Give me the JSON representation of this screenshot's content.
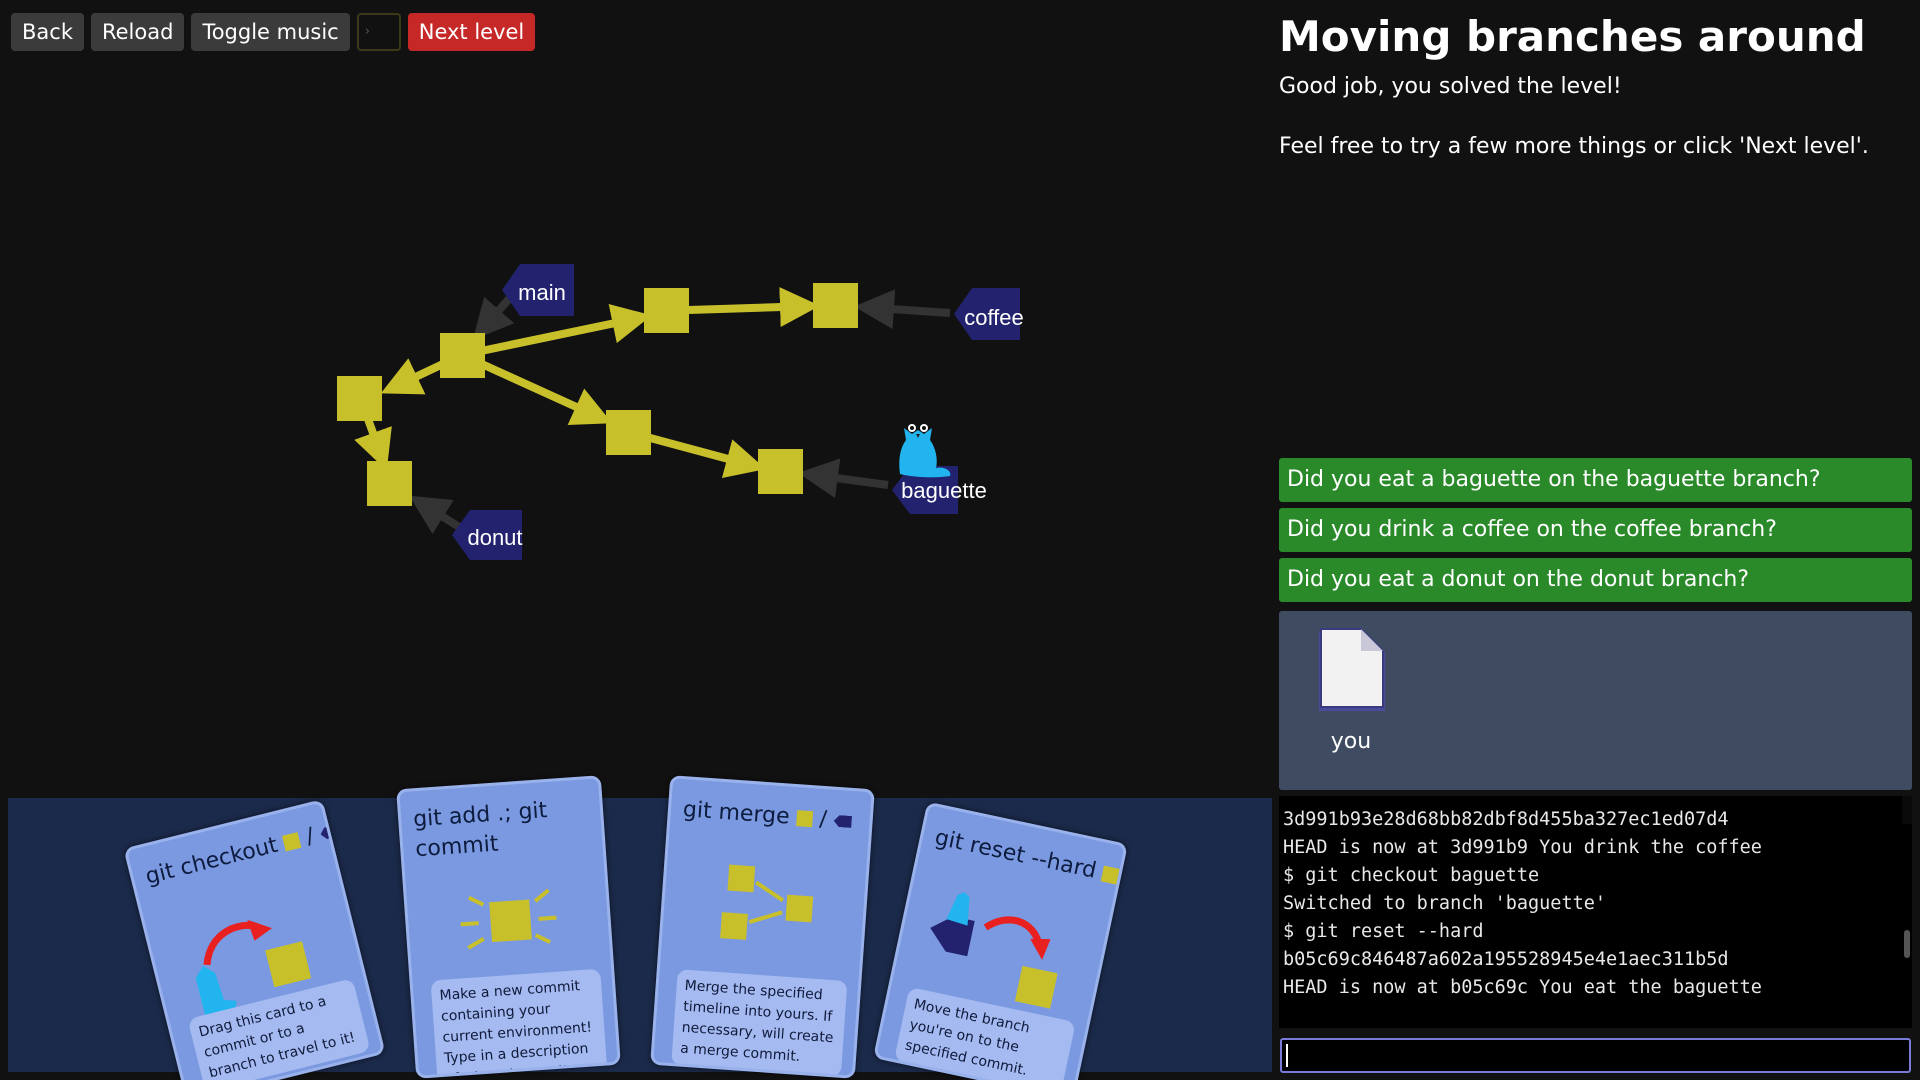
{
  "toolbar": {
    "back_label": "Back",
    "reload_label": "Reload",
    "music_label": "Toggle music",
    "terminal_glyph": "›",
    "next_label": "Next level"
  },
  "level": {
    "title": "Moving branches around",
    "message_1": "Good job, you solved the level!",
    "message_2": "Feel free to try a few more things or click 'Next level'."
  },
  "goals": [
    "Did you eat a baguette on the baguette branch?",
    "Did you drink a coffee on the coffee branch?",
    "Did you eat a donut on the donut branch?"
  ],
  "files": [
    {
      "label": "you"
    }
  ],
  "graph": {
    "branches": {
      "main": "main",
      "coffee": "coffee",
      "baguette": "baguette",
      "donut": "donut"
    },
    "colors": {
      "commit": "#c8c02b",
      "ref_arrow": "#333333",
      "branch": "#22226e",
      "head": "#22b4ee"
    }
  },
  "terminal": {
    "lines": [
      "3d991b93e28d68bb82dbf8d455ba327ec1ed07d4",
      "HEAD is now at 3d991b9 You drink the coffee",
      "$ git checkout baguette",
      "Switched to branch 'baguette'",
      "$ git reset --hard",
      "b05c69c846487a602a195528945e4e1aec311b5d",
      "HEAD is now at b05c69c You eat the baguette"
    ],
    "input_value": ""
  },
  "cards": [
    {
      "title": "git checkout",
      "title_suffix": "/",
      "desc": "Drag this card to a commit or to a branch to travel to it!"
    },
    {
      "title": "git add .; git commit",
      "desc": "Make a new commit containing your current environment! Type in a description of what changed!"
    },
    {
      "title": "git merge",
      "title_suffix": "/",
      "desc": "Merge the specified timeline into yours. If necessary, will create a merge commit."
    },
    {
      "title": "git reset --hard",
      "desc": "Move the branch you're on to the specified commit."
    }
  ]
}
